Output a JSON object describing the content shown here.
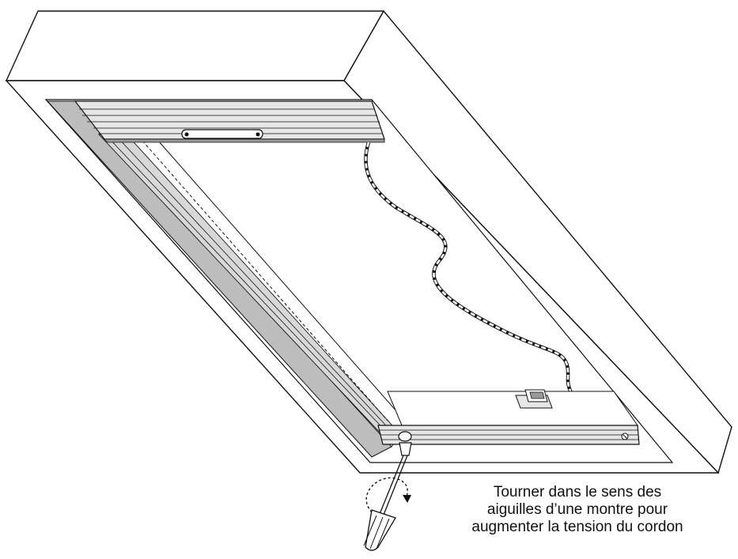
{
  "caption": {
    "lines": [
      "Tourner dans le sens des",
      "aiguilles d’une montre pour",
      "augmenter la tension du cordon"
    ]
  },
  "colors": {
    "line": "#111111",
    "frame_light": "#e6e6e6",
    "frame_mid": "#bdbdbd",
    "frame_dark": "#9a9a9a",
    "paper": "#ffffff"
  },
  "parts": {
    "skylight": "box-frame",
    "shade_rail_top": "top-rail",
    "shade_rail_bottom": "bottom-rail",
    "side_channel": "side-channel",
    "cord": "tension-cord",
    "handle": "pull-handle",
    "clip": "cord-clip",
    "tool": "screwdriver",
    "rotation": "clockwise-arrow"
  }
}
